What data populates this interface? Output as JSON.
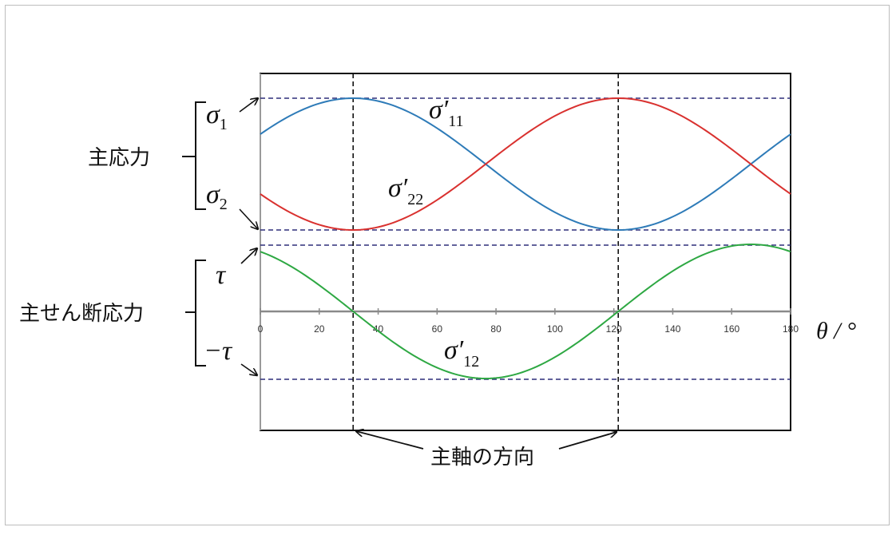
{
  "labels": {
    "principal_stress": "主応力",
    "principal_shear": "主せん断応力",
    "principal_axis_direction": "主軸の方向",
    "sigma1_sym": "σ",
    "sigma1_sub": "1",
    "sigma2_sym": "σ",
    "sigma2_sub": "2",
    "tau": "τ",
    "neg_tau": "−τ",
    "s11_sym": "σ′",
    "s11_sub": "11",
    "s22_sym": "σ′",
    "s22_sub": "22",
    "s12_sym": "σ′",
    "s12_sub": "12",
    "x_axis_label": "θ / °"
  },
  "colors": {
    "sigma11": "#2e7bb8",
    "sigma22": "#d9312f",
    "sigma12": "#2ea843",
    "dashed": "#2e2e7a",
    "frame": "#111111"
  },
  "chart_data": {
    "type": "line",
    "x_ticks": [
      "0",
      "20",
      "40",
      "60",
      "80",
      "100",
      "120",
      "140",
      "160",
      "180"
    ],
    "xlim": [
      0,
      180
    ],
    "principal_axis_angles": [
      31.5,
      121.5
    ],
    "series": [
      {
        "name": "σ′11",
        "role": "normal",
        "mean": 0.5,
        "amplitude": 0.5,
        "phase_deg": 31.5,
        "kind": "cos"
      },
      {
        "name": "σ′22",
        "role": "normal",
        "mean": 0.5,
        "amplitude": -0.5,
        "phase_deg": 31.5,
        "kind": "cos"
      },
      {
        "name": "σ′12",
        "role": "shear",
        "mean": 0,
        "amplitude": -1,
        "phase_deg": 31.5,
        "kind": "sin"
      }
    ]
  }
}
